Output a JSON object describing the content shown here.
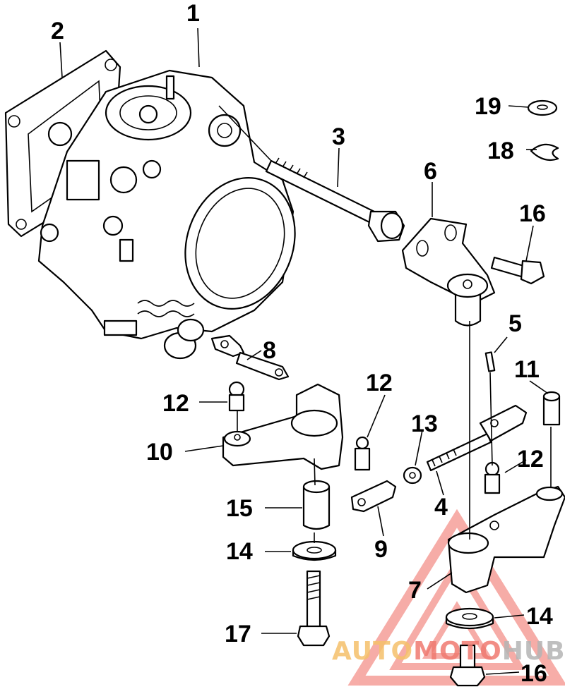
{
  "callouts": [
    {
      "id": "c1",
      "label": "1"
    },
    {
      "id": "c2",
      "label": "2"
    },
    {
      "id": "c3",
      "label": "3"
    },
    {
      "id": "c4",
      "label": "4"
    },
    {
      "id": "c5",
      "label": "5"
    },
    {
      "id": "c6",
      "label": "6"
    },
    {
      "id": "c7",
      "label": "7"
    },
    {
      "id": "c8",
      "label": "8"
    },
    {
      "id": "c9",
      "label": "9"
    },
    {
      "id": "c10",
      "label": "10"
    },
    {
      "id": "c11",
      "label": "11"
    },
    {
      "id": "c12a",
      "label": "12"
    },
    {
      "id": "c12b",
      "label": "12"
    },
    {
      "id": "c12c",
      "label": "12"
    },
    {
      "id": "c13",
      "label": "13"
    },
    {
      "id": "c14a",
      "label": "14"
    },
    {
      "id": "c14b",
      "label": "14"
    },
    {
      "id": "c15",
      "label": "15"
    },
    {
      "id": "c16a",
      "label": "16"
    },
    {
      "id": "c16b",
      "label": "16"
    },
    {
      "id": "c17",
      "label": "17"
    },
    {
      "id": "c18",
      "label": "18"
    },
    {
      "id": "c19",
      "label": "19"
    }
  ],
  "watermark": {
    "auto": "AUTO",
    "moto": "MOTO",
    "hub": "HUB",
    "color_auto": "#f5c06a",
    "color_moto": "#f07a70",
    "color_hub": "#b5b5b5",
    "triangle_color": "#f06a60"
  }
}
